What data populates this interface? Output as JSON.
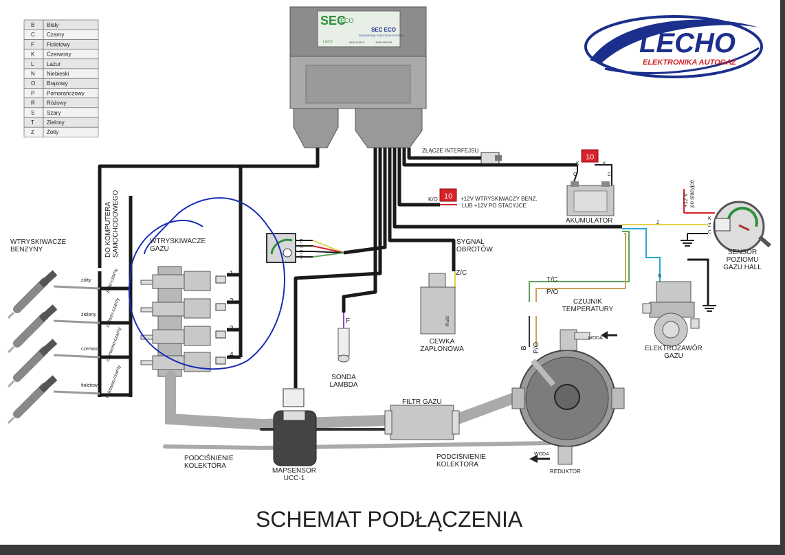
{
  "legend": [
    {
      "code": "B",
      "name": "Biały"
    },
    {
      "code": "C",
      "name": "Czarny"
    },
    {
      "code": "F",
      "name": "Fioletowy"
    },
    {
      "code": "K",
      "name": "Czerwony"
    },
    {
      "code": "L",
      "name": "Lazur"
    },
    {
      "code": "N",
      "name": "Niebieski"
    },
    {
      "code": "O",
      "name": "Brązowy"
    },
    {
      "code": "P",
      "name": "Pomarańczowy"
    },
    {
      "code": "R",
      "name": "Różowy"
    },
    {
      "code": "S",
      "name": "Szary"
    },
    {
      "code": "T",
      "name": "Zielony"
    },
    {
      "code": "Z",
      "name": "Żółty"
    }
  ],
  "logo": {
    "main": "LECHO",
    "sub": "ELEKTRONIKA AUTOGAZ"
  },
  "ecu": {
    "brand_sec": "SEC",
    "brand_eco": "ECO",
    "model": "SEC ECO",
    "subtitle": "SEQUENTIAL INJECTION SYSTEM",
    "brand_small": "Lecho",
    "cert1": "67R-014313",
    "cert2": "110R-004203"
  },
  "labels": {
    "wtryskiwacze_benzyny": "WTRYSKIWACZE\nBENZYNY",
    "do_komputera": "DO KOMPUTERA\nSAMOCHODOWEGO",
    "wtryskiwacze_gazu": "WTRYSKIWACZE\nGAZU",
    "zlacze": "ZŁĄCZE INTERFEJSU",
    "fuse_value_1": "10",
    "fuse_value_2": "10",
    "ko": "K/O",
    "plus12_line1": "+12V WTRYSKIWACZY BENZ.",
    "plus12_line2": "LUB +12V PO STACYJCE",
    "akumulator": "AKUMULATOR",
    "plus12_po_stacyjce": "+12 V\npo stacyjce",
    "sensor_poziomu": "SENSOR\nPOZIOMU\nGAZU HALL",
    "sygnal_obrotow": "SYGNAŁ\nOBROTÓW",
    "zc": "Z/C",
    "cewka": "CEWKA\nZAPŁONOWA",
    "rpm": "RPM",
    "sonda": "SONDA\nLAMBDA",
    "f": "F",
    "to": "T/C",
    "po": "P/O",
    "czujnik": "CZUJNIK\nTEMPERATURY",
    "b": "B",
    "po2": "P/O",
    "woda_in": "WODA",
    "woda_out": "WODA",
    "reduktor": "REDUKTOR",
    "elektrozawor": "ELEKTROZAWÓR\nGAZU",
    "filtr": "FILTR GAZU",
    "mapsensor": "MAPSENSOR\nUCC-1",
    "podcisnienie_left": "PODCIŚNIENIE\nKOLEKTORA",
    "podcisnienie_right": "PODCIŚNIENIE\nKOLEKTORA",
    "title": "SCHEMAT PODŁĄCZENIA",
    "n": "N",
    "z_line": "Z",
    "c": "C",
    "k": "K",
    "k2": "K",
    "c2": "C"
  },
  "injector_wires": [
    {
      "color_label": "żółty",
      "pair_label": "żółto-czarny"
    },
    {
      "color_label": "zielony",
      "pair_label": "zielono-czarny"
    },
    {
      "color_label": "czerwony",
      "pair_label": "czerwono-czarny"
    },
    {
      "color_label": "fioletowy",
      "pair_label": "fioletowo-czarny"
    }
  ],
  "gas_injector_numbers": [
    "1",
    "2",
    "3",
    "4"
  ],
  "gauge_pins": [
    "Z",
    "K",
    "C",
    "T"
  ],
  "sensor_pins": [
    "K",
    "Z",
    "C"
  ],
  "colors": {
    "accent_blue": "#1c2f8c",
    "logo_red": "#d21f26",
    "fuse_red": "#d7222a",
    "ecu_green": "#2f8f3a",
    "annot_blue": "#1a2bb5"
  }
}
